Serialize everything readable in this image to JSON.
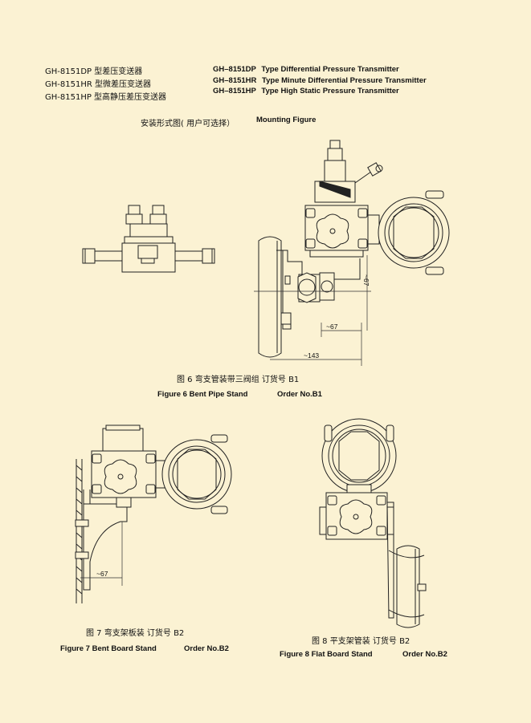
{
  "header": {
    "cn_lines": [
      "GH-8151DP 型差压变送器",
      "GH-8151HR 型微差压变送器",
      "GH-8151HP 型高静压差压变送器"
    ],
    "en_lines": [
      {
        "model": "GH–8151DP",
        "desc": "Type Differential Pressure Transmitter"
      },
      {
        "model": "GH–8151HR",
        "desc": "Type Minute Differential Pressure Transmitter"
      },
      {
        "model": "GH–8151HP",
        "desc": "Type High Static Pressure Transmitter"
      }
    ]
  },
  "mounting": {
    "cn": "安装形式图(  用户可选择）",
    "en": "Mounting Figure"
  },
  "figure6": {
    "cn": "图 6  弯支管装带三阀组    订货号 B1",
    "en": "Figure 6 Bent Pipe Stand",
    "order": "Order No.B1",
    "dims": [
      "~67",
      "~67",
      "~143"
    ]
  },
  "figure7": {
    "cn": "图 7  弯支架板装    订货号 B2",
    "en": "Figure 7 Bent Board Stand",
    "order": "Order No.B2",
    "dims": [
      "~67"
    ]
  },
  "figure8": {
    "cn": "图 8  平支架管装    订货号 B2",
    "en": "Figure 8 Flat Board Stand",
    "order": "Order No.B2"
  }
}
